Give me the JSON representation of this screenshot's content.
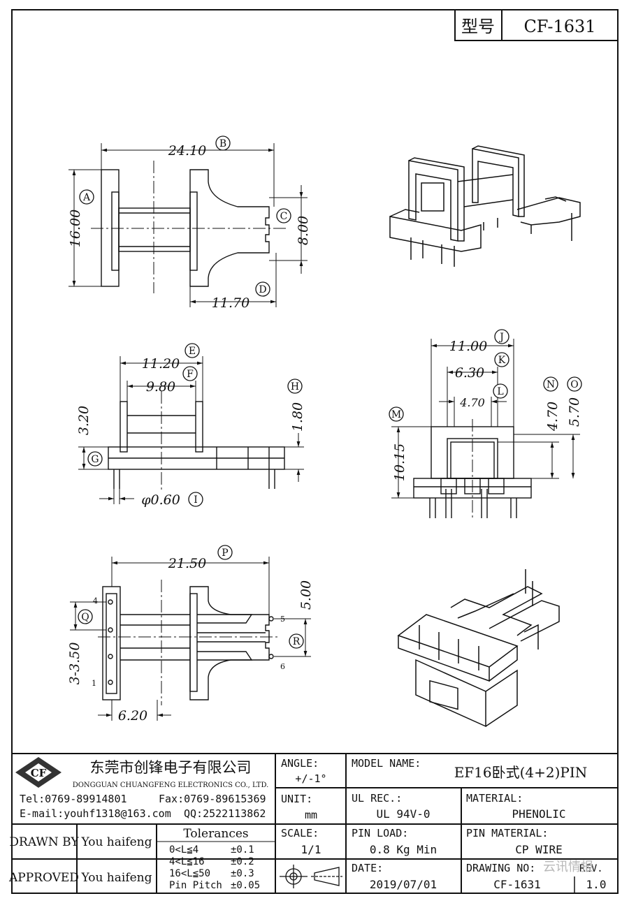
{
  "header": {
    "model_label": "型号",
    "model_no": "CF-1631"
  },
  "dimensions": {
    "B": "24.10",
    "A": "16.00",
    "C": "8.00",
    "D": "11.70",
    "E": "11.20",
    "F": "9.80",
    "H": "1.80",
    "G": "3.20",
    "I": "φ0.60",
    "J": "11.00",
    "K": "6.30",
    "L": "4.70",
    "M": "10.15",
    "N": "4.70",
    "O": "5.70",
    "P": "21.50",
    "Q": "3-3.50",
    "R": "5.00",
    "S": "6.20"
  },
  "callouts": [
    "A",
    "B",
    "C",
    "D",
    "E",
    "F",
    "G",
    "H",
    "I",
    "J",
    "K",
    "L",
    "M",
    "N",
    "O",
    "P",
    "Q",
    "R"
  ],
  "pin_numbers": [
    "4",
    "1",
    "5",
    "6"
  ],
  "company": {
    "logo_text": "CF",
    "name_cn": "东莞市创锋电子有限公司",
    "name_en": "DONGGUAN CHUANGFENG ELECTRONICS CO., LTD.",
    "tel": "Tel:0769-89914801",
    "fax": "Fax:0769-89615369",
    "email": "E-mail:youhf1318@163.com",
    "qq": "QQ:2522113862"
  },
  "title_block": {
    "angle_label": "ANGLE:",
    "angle_value": "+/-1°",
    "unit_label": "UNIT:",
    "unit_value": "mm",
    "scale_label": "SCALE:",
    "scale_value": "1/1",
    "model_name_label": "MODEL NAME:",
    "model_name_value": "EF16卧式(4+2)PIN",
    "ul_label": "UL REC.:",
    "ul_value": "UL 94V-0",
    "material_label": "MATERIAL:",
    "material_value": "PHENOLIC",
    "pin_load_label": "PIN LOAD:",
    "pin_load_value": "0.8 Kg Min",
    "pin_material_label": "PIN MATERIAL:",
    "pin_material_value": "CP WIRE",
    "date_label": "DATE:",
    "date_value": "2019/07/01",
    "drawing_no_label": "DRAWING NO:",
    "drawing_no_value": "CF-1631",
    "rev_label": "REV.",
    "rev_value": "1.0",
    "drawn_by_label": "DRAWN BY",
    "drawn_by_value": "You haifeng",
    "approved_label": "APPROVED",
    "approved_value": "You haifeng",
    "tolerances_title": "Tolerances",
    "tolerances": [
      {
        "range": "0<L≦4",
        "value": "±0.1"
      },
      {
        "range": "4<L≦16",
        "value": "±0.2"
      },
      {
        "range": "16<L≦50",
        "value": "±0.3"
      },
      {
        "range": "Pin Pitch",
        "value": "±0.05"
      }
    ]
  },
  "watermark": "云讯情报"
}
